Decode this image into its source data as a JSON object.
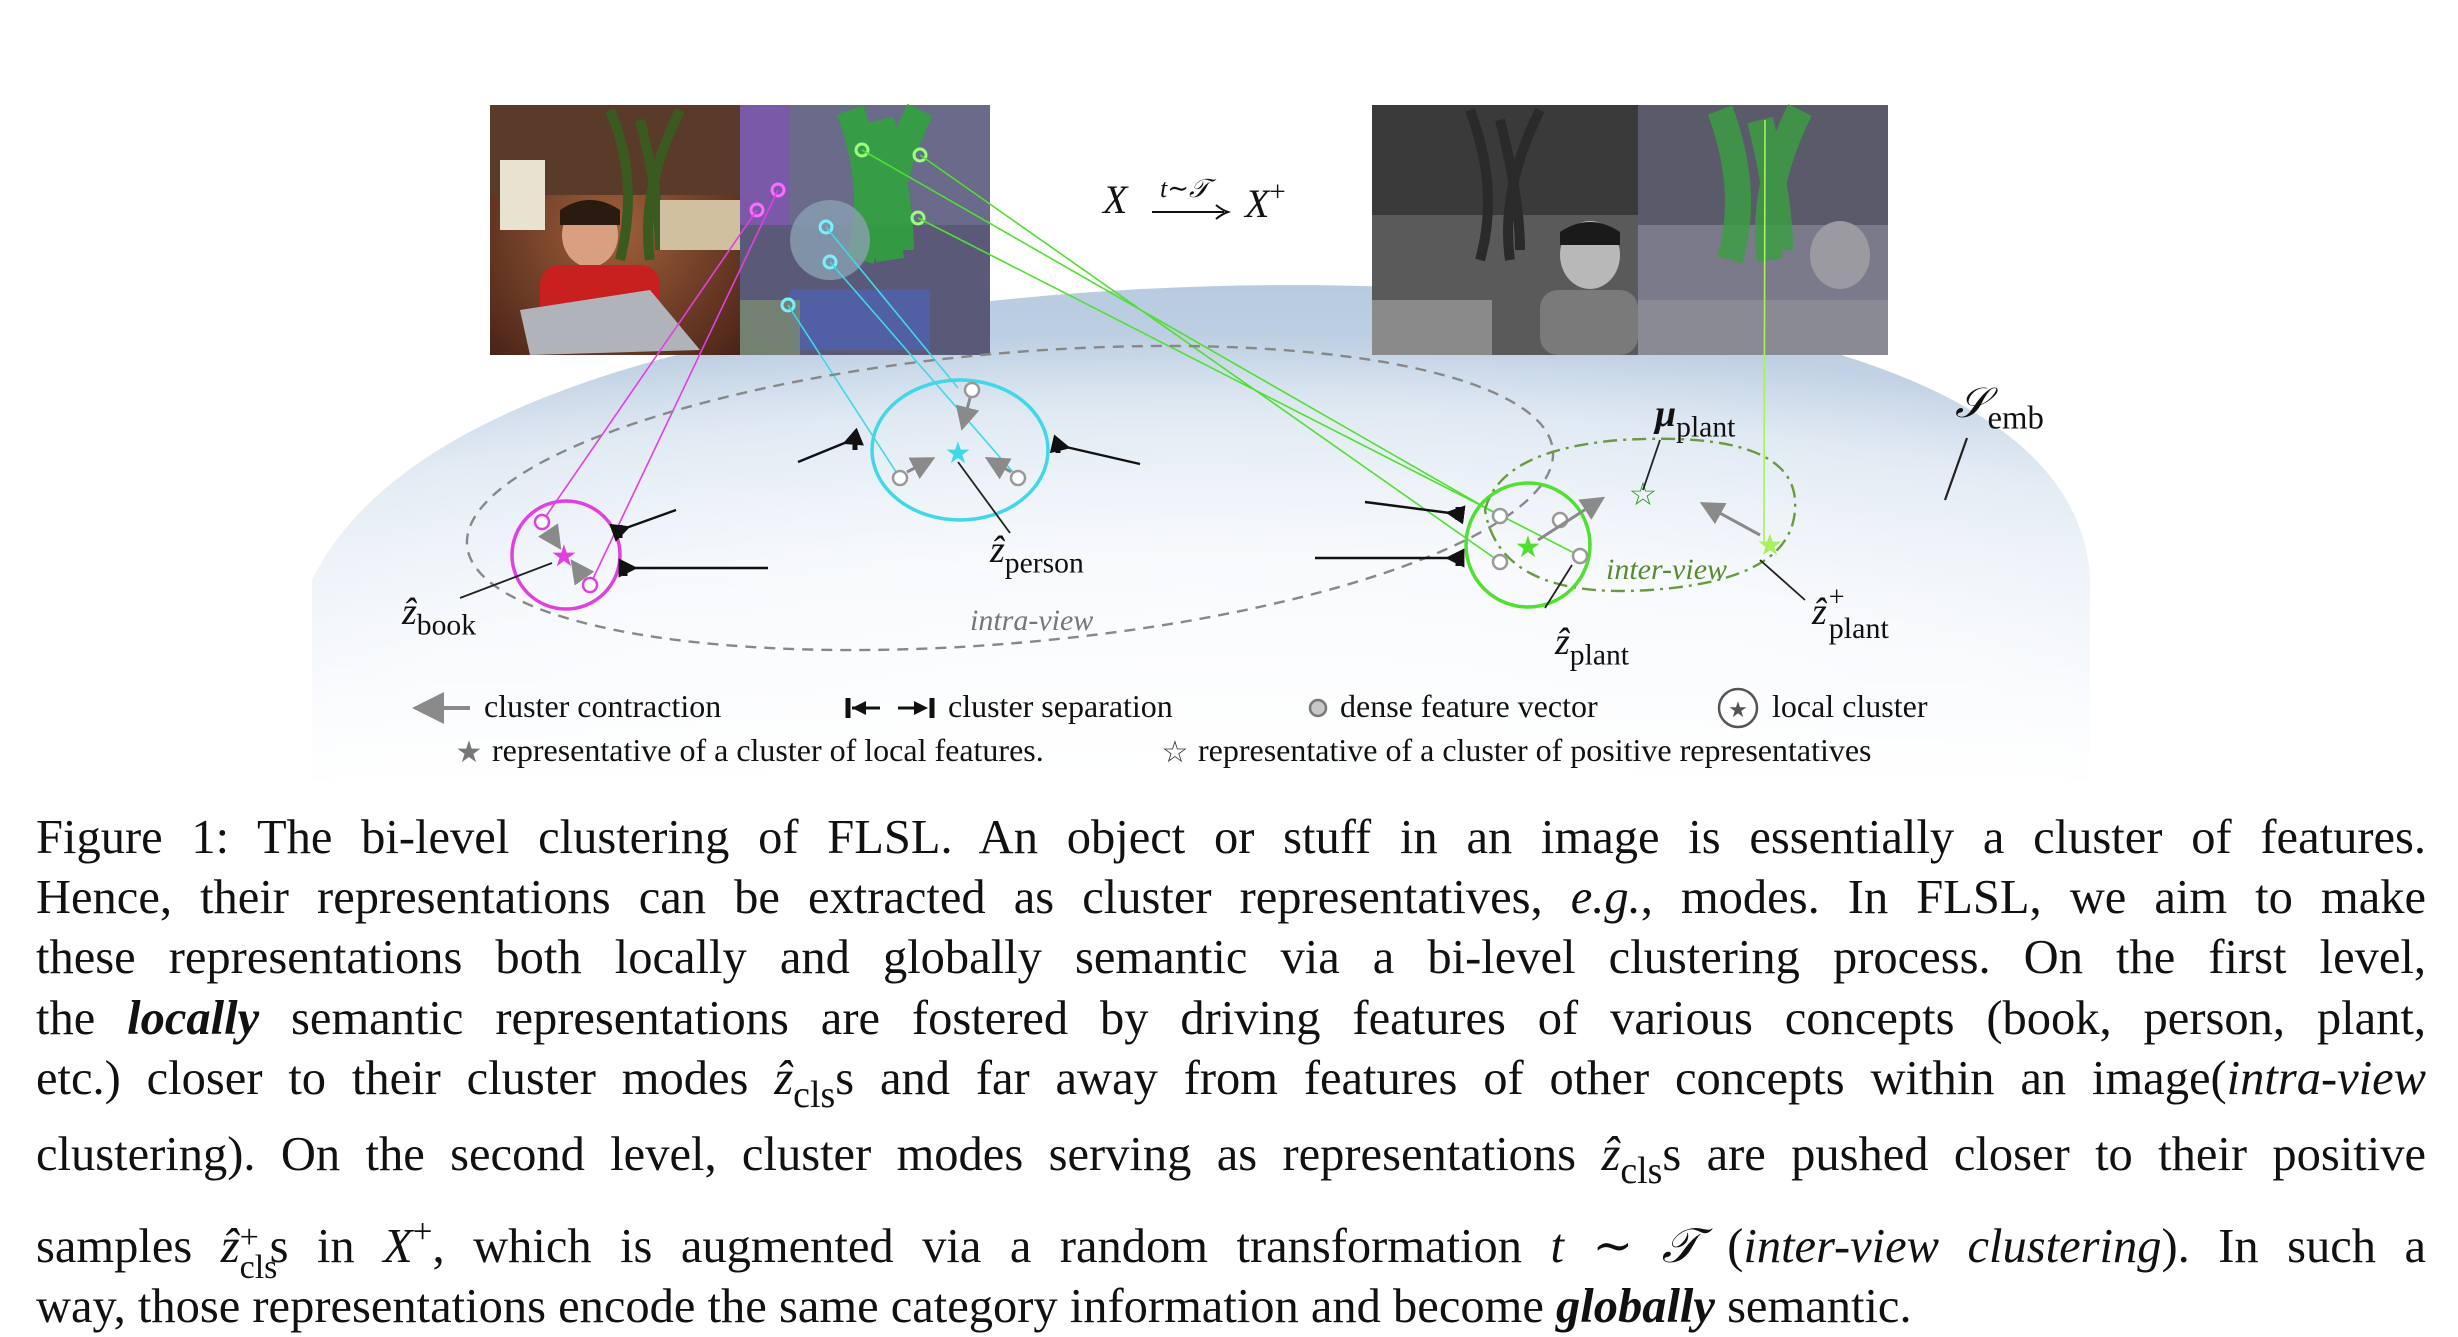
{
  "figure": {
    "transform_label": {
      "lhs": "X",
      "arrow_top": "t∼𝒯",
      "rhs": "X",
      "rhs_sup": "+"
    },
    "embedding_space_label": {
      "base": "𝒮",
      "sub": "emb"
    },
    "mu_label": {
      "base": "μ",
      "sub": "plant"
    },
    "z_book": {
      "base": "ẑ",
      "sub": "book"
    },
    "z_person": {
      "base": "ẑ",
      "sub": "person"
    },
    "z_plant": {
      "base": "ẑ",
      "sub": "plant"
    },
    "z_plant_pos": {
      "base": "ẑ",
      "sup": "+",
      "sub": "plant"
    },
    "intra_view": "intra-view",
    "inter_view": "inter-view",
    "legend": {
      "cluster_contraction": "cluster contraction",
      "cluster_separation": "cluster separation",
      "dense_feature_vector": "dense feature vector",
      "local_cluster": "local cluster",
      "representative_local": "representative of a cluster of local features.",
      "representative_positive": "representative of a cluster of positive representatives"
    },
    "colors": {
      "book": "#e040e0",
      "person": "#40d8e8",
      "plant": "#50e030",
      "plant_pos": "#a8f060",
      "inter_view": "#6a9a40",
      "intra_view": "#888888"
    }
  },
  "caption": {
    "line1": "Figure 1: The bi-level clustering of FLSL. An object or stuff in an image is essentially a cluster of features.",
    "line2_a": "Hence, their representations can be extracted as cluster representatives, ",
    "line2_eg": "e.g.",
    "line2_b": ", modes. In FLSL, we aim to make",
    "line3": "these representations both locally and globally semantic via a bi-level clustering process. On the first level,",
    "line4_a": "the ",
    "line4_locally": "locally",
    "line4_b": " semantic representations are fostered by driving features of various concepts (book, person, plant,",
    "line5_a": "etc.) closer to their cluster modes ",
    "line5_z": "ẑ",
    "line5_zsub": "cls",
    "line5_b": "s and far away from features of other concepts within an image(",
    "line5_intra": "intra-view",
    "line6_a": "clustering). On the second level, cluster modes serving as representations ",
    "line6_z": "ẑ",
    "line6_zsub": "cls",
    "line6_b": "s are pushed closer to their positive",
    "line7_a": "samples ",
    "line7_z": "ẑ",
    "line7_zsup": "+",
    "line7_zsub": "cls",
    "line7_b": "s in ",
    "line7_X": "X",
    "line7_Xsup": "+",
    "line7_c": ", which is augmented via a random transformation ",
    "line7_t": "t ∼ 𝒯",
    "line7_d": " (",
    "line7_inter": "inter-view clustering",
    "line7_e": "). In such a",
    "line8_a": "way, those representations encode the same category information and become ",
    "line8_globally": "globally",
    "line8_b": " semantic."
  }
}
